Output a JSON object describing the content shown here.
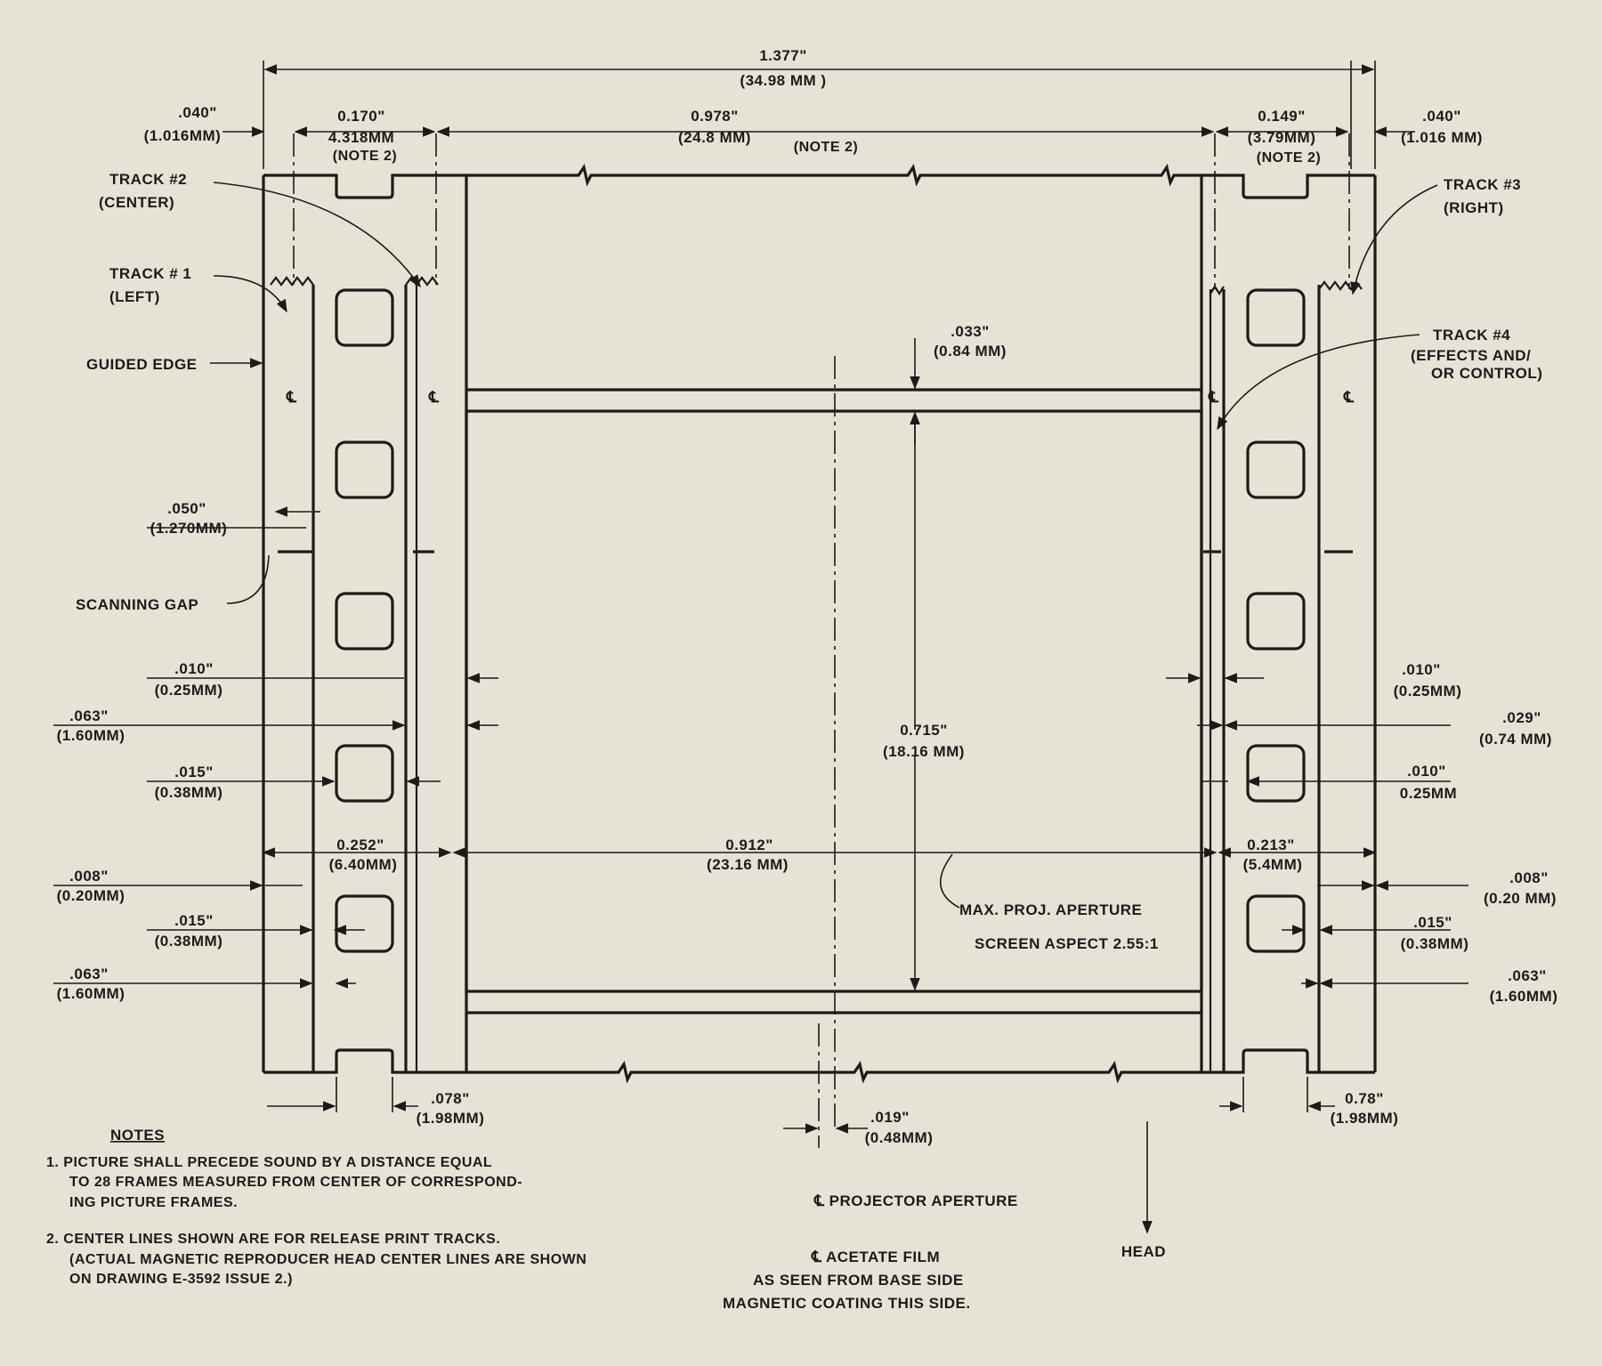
{
  "dims": {
    "total": [
      "1.377\"",
      "(34.98 MM )"
    ],
    "edge_left": [
      ".040\"",
      "(1.016MM)"
    ],
    "track2_offset": [
      "0.170\"",
      "4.318MM",
      "(NOTE 2)"
    ],
    "center_span": [
      "0.978\"",
      "(24.8 MM)",
      "(NOTE 2)"
    ],
    "track3_offset": [
      "0.149\"",
      "(3.79MM)",
      "(NOTE 2)"
    ],
    "edge_right": [
      ".040\"",
      "(1.016 MM)"
    ],
    "gap_top": [
      ".033\"",
      "(0.84 MM)"
    ],
    "gap_width": [
      ".050\"",
      "(1.270MM)"
    ],
    "l_010": [
      ".010\"",
      "(0.25MM)"
    ],
    "l_063_a": [
      ".063\"",
      "(1.60MM)"
    ],
    "l_015_a": [
      ".015\"",
      "(0.38MM)"
    ],
    "ap_height": [
      "0.715\"",
      "(18.16 MM)"
    ],
    "r_010_a": [
      ".010\"",
      "(0.25MM)"
    ],
    "r_029": [
      ".029\"",
      "(0.74 MM)"
    ],
    "r_010_b": [
      ".010\"",
      "0.25MM"
    ],
    "left_span": [
      "0.252\"",
      "(6.40MM)"
    ],
    "ap_width": [
      "0.912\"",
      "(23.16 MM)"
    ],
    "right_span": [
      "0.213\"",
      "(5.4MM)"
    ],
    "l_008": [
      ".008\"",
      "(0.20MM)"
    ],
    "l_015_b": [
      ".015\"",
      "(0.38MM)"
    ],
    "l_063_b": [
      ".063\"",
      "(1.60MM)"
    ],
    "r_008": [
      ".008\"",
      "(0.20 MM)"
    ],
    "r_015": [
      ".015\"",
      "(0.38MM)"
    ],
    "r_063": [
      ".063\"",
      "(1.60MM)"
    ],
    "perf_l": [
      ".078\"",
      "(1.98MM)"
    ],
    "perf_r": [
      "0.78\"",
      "(1.98MM)"
    ],
    "offset_019": [
      ".019\"",
      "(0.48MM)"
    ]
  },
  "labels": {
    "track2": [
      "TRACK #2",
      "(CENTER)"
    ],
    "track1": [
      "TRACK # 1",
      "(LEFT)"
    ],
    "track3": [
      "TRACK #3",
      "(RIGHT)"
    ],
    "track4": [
      "TRACK #4",
      "(EFFECTS AND/",
      "OR CONTROL)"
    ],
    "guided_edge": "GUIDED EDGE",
    "scanning_gap": "SCANNING GAP",
    "max_aperture": "MAX. PROJ. APERTURE",
    "aspect": "SCREEN ASPECT 2.55:1",
    "proj_aperture": "℄ PROJECTOR APERTURE",
    "acetate": [
      "℄ ACETATE FILM",
      "AS SEEN FROM BASE SIDE",
      "MAGNETIC COATING THIS SIDE."
    ],
    "head": "HEAD",
    "cl_mark": "℄"
  },
  "notes": {
    "title": "NOTES",
    "n1": [
      "1. PICTURE SHALL PRECEDE SOUND BY A DISTANCE EQUAL",
      "TO 28 FRAMES MEASURED FROM CENTER OF CORRESPOND-",
      "ING PICTURE FRAMES."
    ],
    "n2": [
      "2. CENTER LINES SHOWN ARE FOR RELEASE PRINT TRACKS.",
      "(ACTUAL MAGNETIC REPRODUCER HEAD CENTER LINES ARE SHOWN",
      "ON DRAWING E-3592 ISSUE 2.)"
    ]
  }
}
